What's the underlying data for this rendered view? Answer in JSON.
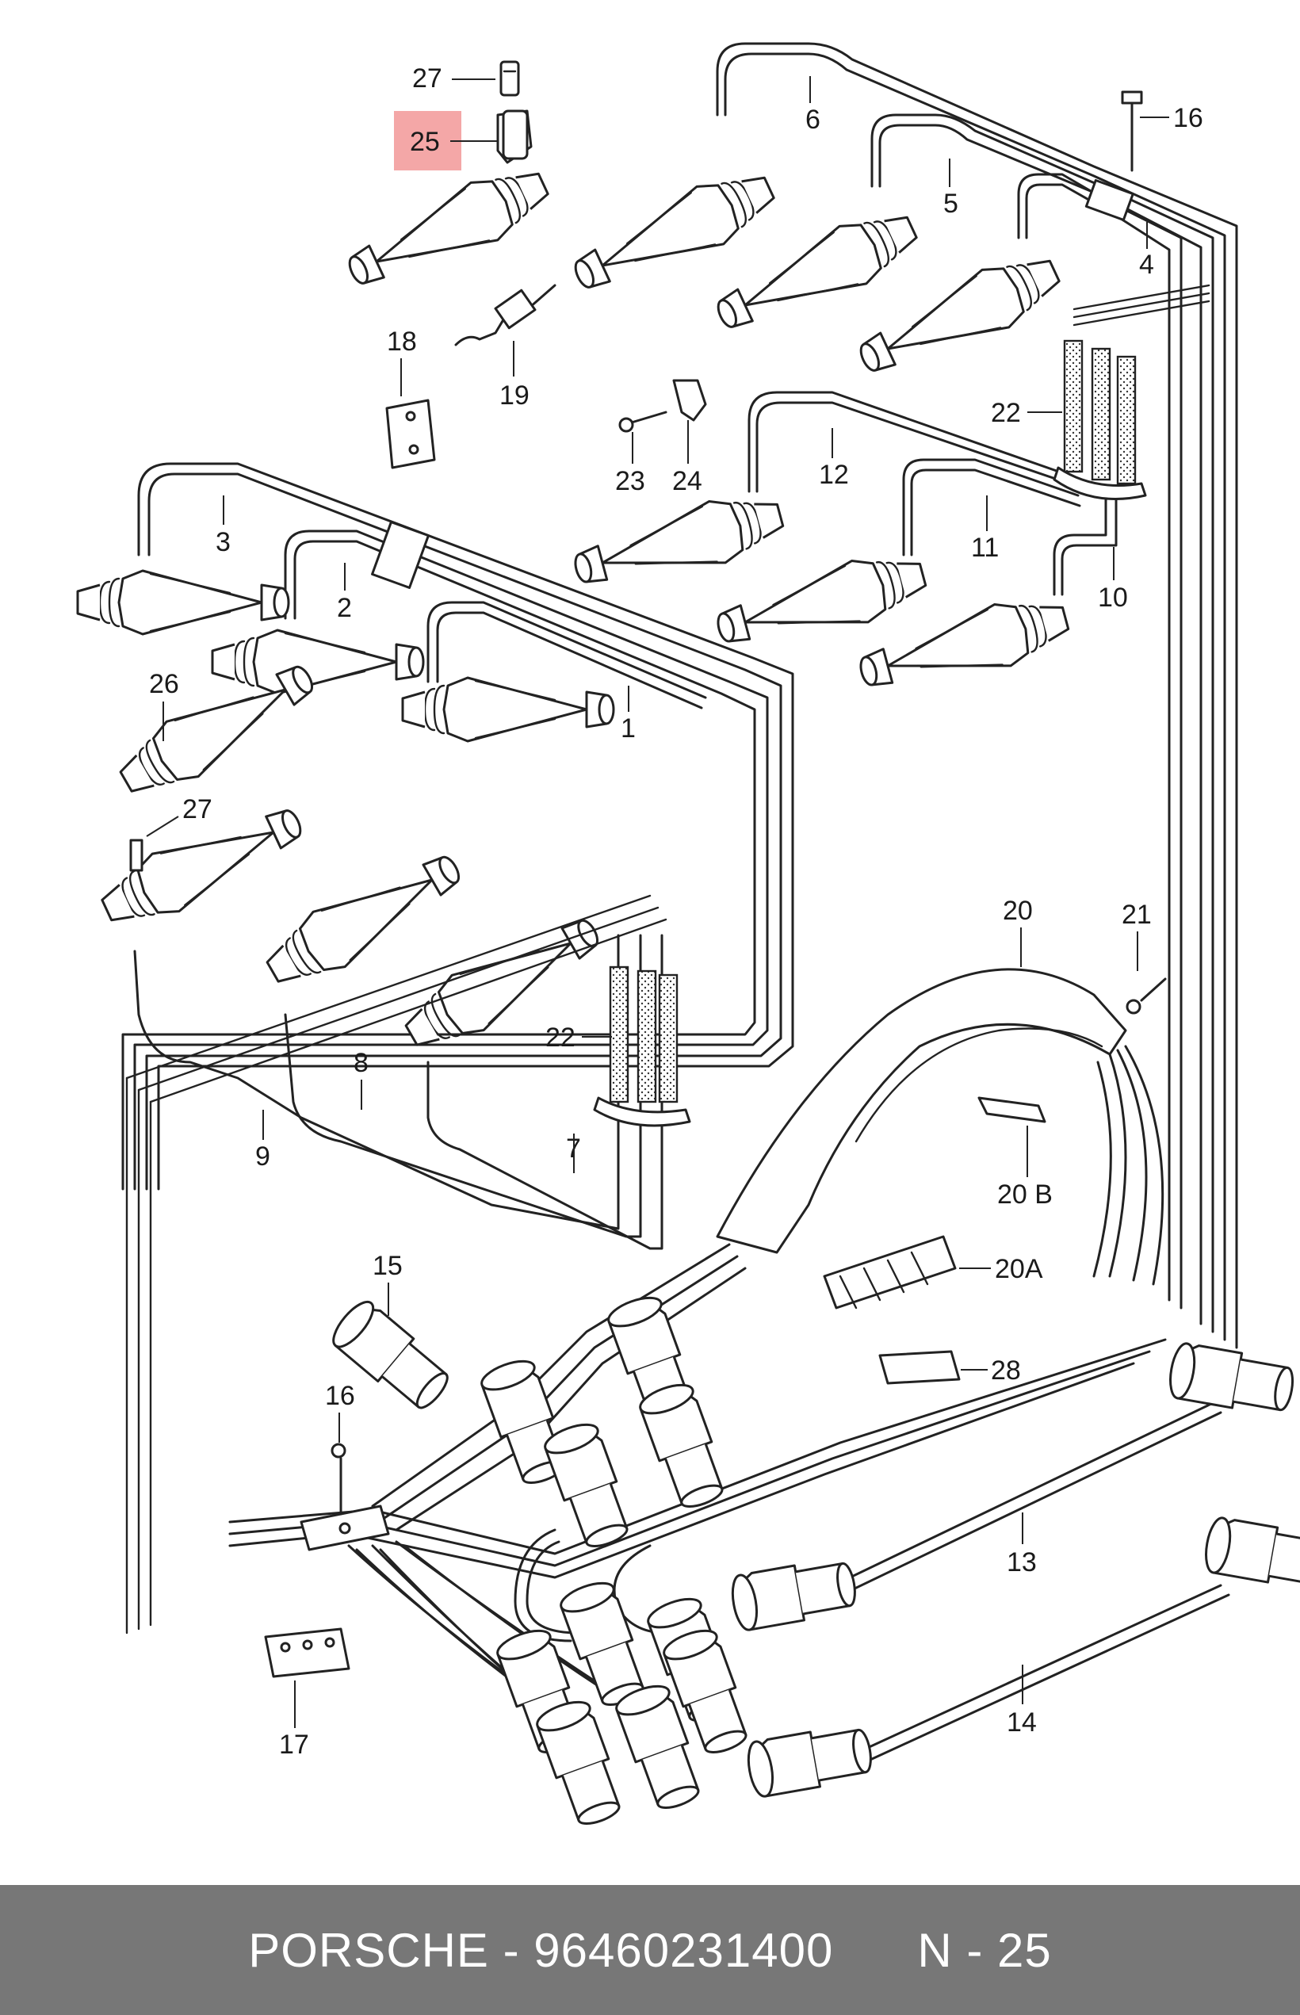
{
  "highlight_color": "#f4a7a7",
  "highlighted_callout": "25",
  "callouts": [
    {
      "id": "c27a",
      "text": "27"
    },
    {
      "id": "c25",
      "text": "25"
    },
    {
      "id": "c6",
      "text": "6"
    },
    {
      "id": "c16a",
      "text": "16"
    },
    {
      "id": "c5",
      "text": "5"
    },
    {
      "id": "c4",
      "text": "4"
    },
    {
      "id": "c18",
      "text": "18"
    },
    {
      "id": "c19",
      "text": "19"
    },
    {
      "id": "c22a",
      "text": "22"
    },
    {
      "id": "c23",
      "text": "23"
    },
    {
      "id": "c24",
      "text": "24"
    },
    {
      "id": "c12",
      "text": "12"
    },
    {
      "id": "c3",
      "text": "3"
    },
    {
      "id": "c2",
      "text": "2"
    },
    {
      "id": "c11",
      "text": "11"
    },
    {
      "id": "c10",
      "text": "10"
    },
    {
      "id": "c26",
      "text": "26"
    },
    {
      "id": "c1",
      "text": "1"
    },
    {
      "id": "c27b",
      "text": "27"
    },
    {
      "id": "c20",
      "text": "20"
    },
    {
      "id": "c21",
      "text": "21"
    },
    {
      "id": "c22b",
      "text": "22"
    },
    {
      "id": "c8",
      "text": "8"
    },
    {
      "id": "c9",
      "text": "9"
    },
    {
      "id": "c7",
      "text": "7"
    },
    {
      "id": "c20b",
      "text": "20 B"
    },
    {
      "id": "c15",
      "text": "15"
    },
    {
      "id": "c20a",
      "text": "20A"
    },
    {
      "id": "c28",
      "text": "28"
    },
    {
      "id": "c16b",
      "text": "16"
    },
    {
      "id": "c13",
      "text": "13"
    },
    {
      "id": "c17",
      "text": "17"
    },
    {
      "id": "c14",
      "text": "14"
    }
  ],
  "footer": {
    "brand": "PORSCHE",
    "separator": " - ",
    "part_number": "96460231400",
    "position": "N - 25"
  }
}
